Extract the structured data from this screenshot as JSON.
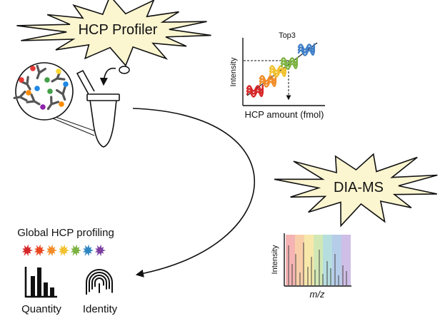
{
  "bursts": {
    "hcp_profiler": "HCP Profiler",
    "dia_ms": "DIA-MS"
  },
  "top3_plot": {
    "title": "Top3",
    "ylabel": "Intensity",
    "xlabel": "HCP amount (fmol)",
    "series_colors": [
      "#d62728",
      "#f28c28",
      "#f2c12e",
      "#7cb342",
      "#3f7fc8"
    ]
  },
  "spectrum": {
    "ylabel": "Intensity",
    "xlabel": "m/z",
    "band_colors": [
      "#f4a6a6",
      "#f7c59a",
      "#f6e49b",
      "#c9e4a8",
      "#a9d8d8",
      "#a9c4e6",
      "#c7b3e2"
    ]
  },
  "output": {
    "title": "Global HCP profiling",
    "star_colors": [
      "#d62728",
      "#e8461f",
      "#f28c28",
      "#f2c12e",
      "#7cb342",
      "#2e86c1",
      "#7b3fa0"
    ],
    "quantity_label": "Quantity",
    "identity_label": "Identity",
    "quantity_icon": "bar-chart-icon",
    "identity_icon": "fingerprint-icon"
  },
  "sample": {
    "particle_colors": [
      "#e53935",
      "#43a047",
      "#1e88e5",
      "#fb8c00",
      "#8e24aa",
      "#fdd835"
    ]
  }
}
